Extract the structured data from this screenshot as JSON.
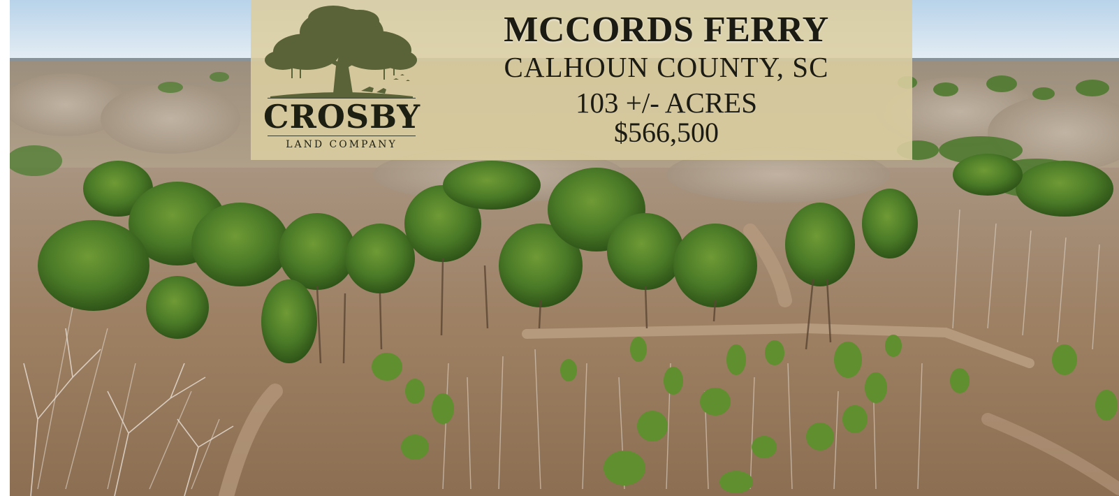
{
  "listing": {
    "title": "MCCORDS FERRY",
    "county": "CALHOUN COUNTY, SC",
    "acreage": "103 +/- ACRES",
    "price": "$566,500"
  },
  "logo": {
    "wordmark": "CROSBY",
    "subtitle": "LAND COMPANY"
  },
  "colors": {
    "banner": "#dccea0",
    "logo_ink": "#5a6238",
    "text": "#1b1b14",
    "sky": "#cfe2f0",
    "pine": "#3f6d22",
    "bare_trees": "#a99a84"
  }
}
